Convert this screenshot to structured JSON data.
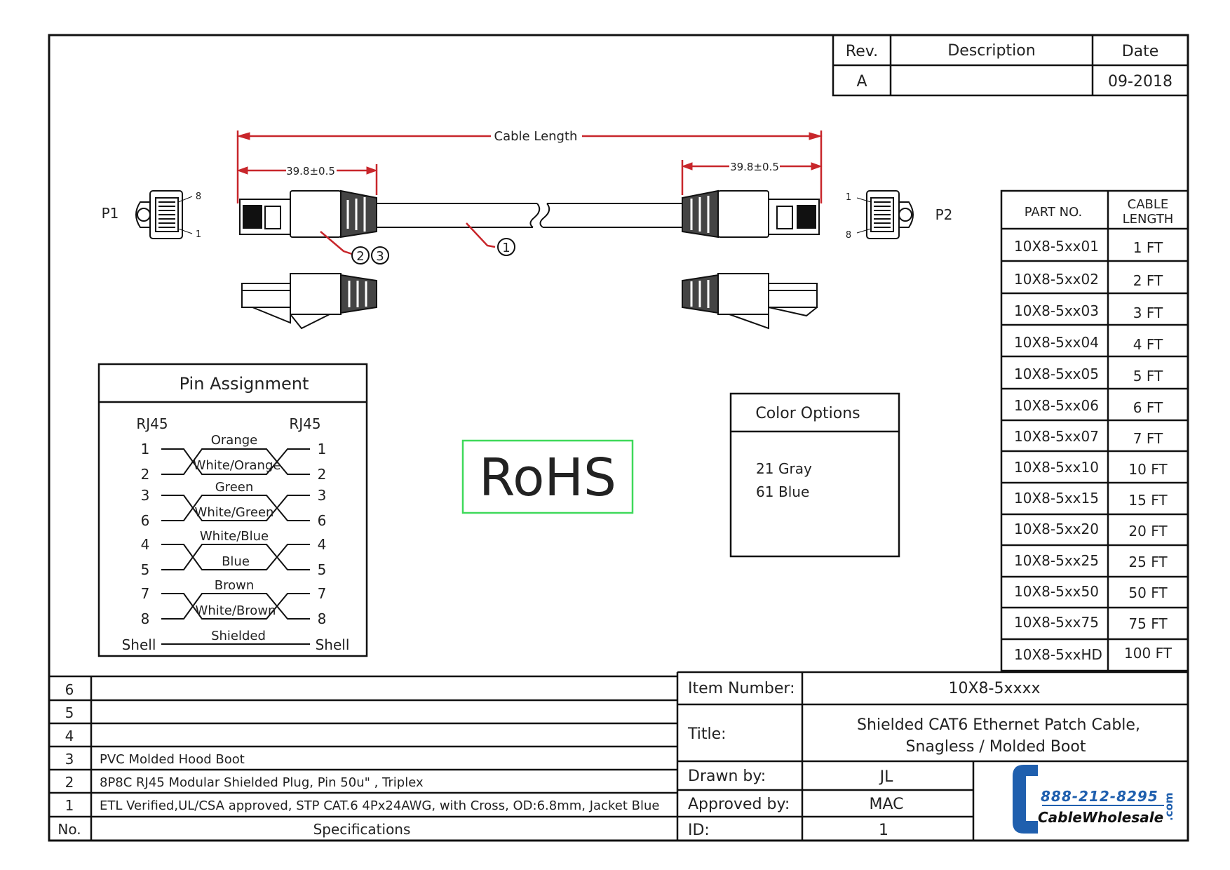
{
  "revision_table": {
    "headers": [
      "Rev.",
      "Description",
      "Date"
    ],
    "rows": [
      [
        "A",
        "",
        "09-2018"
      ]
    ]
  },
  "drawing": {
    "cable_length_label": "Cable Length",
    "dim_left": "39.8±0.5",
    "dim_right": "39.8±0.5",
    "p1_label": "P1",
    "p2_label": "P2",
    "p1_pin_top": "8",
    "p1_pin_bottom": "1",
    "p2_pin_top": "1",
    "p2_pin_bottom": "8",
    "callouts": [
      "1",
      "2",
      "3"
    ]
  },
  "pin_assignment": {
    "title": "Pin Assignment",
    "left_header": "RJ45",
    "right_header": "RJ45",
    "pairs": [
      {
        "pin_a": "1",
        "pin_b": "2",
        "top_label": "Orange",
        "bottom_label": "White/Orange"
      },
      {
        "pin_a": "3",
        "pin_b": "6",
        "top_label": "Green",
        "bottom_label": "White/Green"
      },
      {
        "pin_a": "4",
        "pin_b": "5",
        "top_label": "White/Blue",
        "bottom_label": "Blue"
      },
      {
        "pin_a": "7",
        "pin_b": "8",
        "top_label": "Brown",
        "bottom_label": "White/Brown"
      }
    ],
    "shell_left": "Shell",
    "shell_right": "Shell",
    "shell_label": "Shielded"
  },
  "rohs_mark": "RoHS",
  "color_options": {
    "title": "Color Options",
    "items": [
      {
        "code": "21",
        "name": "Gray"
      },
      {
        "code": "61",
        "name": "Blue"
      }
    ]
  },
  "parts_table": {
    "headers": [
      "PART NO.",
      "CABLE",
      "LENGTH"
    ],
    "rows": [
      [
        "10X8-5xx01",
        "1 FT"
      ],
      [
        "10X8-5xx02",
        "2 FT"
      ],
      [
        "10X8-5xx03",
        "3 FT"
      ],
      [
        "10X8-5xx04",
        "4 FT"
      ],
      [
        "10X8-5xx05",
        "5 FT"
      ],
      [
        "10X8-5xx06",
        "6 FT"
      ],
      [
        "10X8-5xx07",
        "7 FT"
      ],
      [
        "10X8-5xx10",
        "10 FT"
      ],
      [
        "10X8-5xx15",
        "15 FT"
      ],
      [
        "10X8-5xx20",
        "20 FT"
      ],
      [
        "10X8-5xx25",
        "25 FT"
      ],
      [
        "10X8-5xx50",
        "50 FT"
      ],
      [
        "10X8-5xx75",
        "75 FT"
      ],
      [
        "10X8-5xxHD",
        "100 FT"
      ]
    ]
  },
  "specifications": {
    "no_header": "No.",
    "spec_header": "Specifications",
    "rows": [
      {
        "no": "6",
        "text": ""
      },
      {
        "no": "5",
        "text": ""
      },
      {
        "no": "4",
        "text": ""
      },
      {
        "no": "3",
        "text": "PVC Molded Hood Boot"
      },
      {
        "no": "2",
        "text": "8P8C RJ45 Modular Shielded Plug, Pin 50u\" , Triplex"
      },
      {
        "no": "1",
        "text": "ETL Verified,UL/CSA approved, STP CAT.6 4Px24AWG, with Cross, OD:6.8mm, Jacket Blue"
      }
    ]
  },
  "title_block": {
    "item_number_label": "Item Number:",
    "item_number": "10X8-5xxxx",
    "title_label": "Title:",
    "title_line1": "Shielded CAT6 Ethernet Patch Cable,",
    "title_line2": "Snagless / Molded Boot",
    "drawn_by_label": "Drawn by:",
    "drawn_by": "JL",
    "approved_by_label": "Approved by:",
    "approved_by": "MAC",
    "id_label": "ID:",
    "id": "1",
    "logo_phone": "888-212-8295",
    "logo_name": "CableWholesale",
    "logo_tld": ".com",
    "brand_color": "#1f5fae"
  }
}
